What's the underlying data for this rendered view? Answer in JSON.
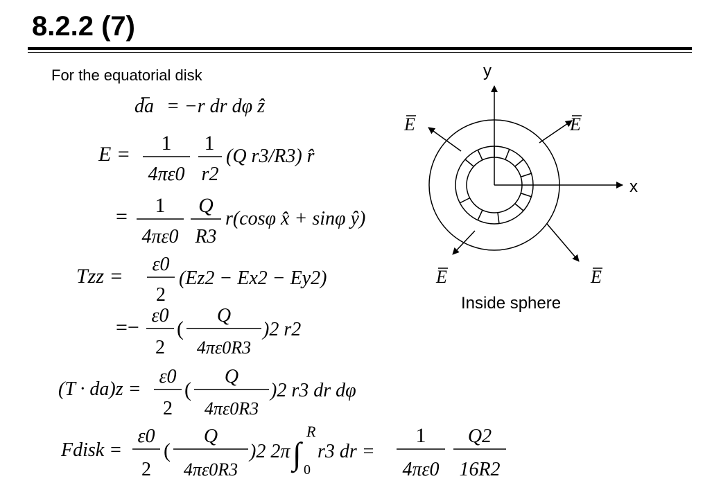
{
  "slide": {
    "title": "8.2.2 (7)",
    "subtitle": "For the equatorial disk"
  },
  "figure": {
    "x_label": "x",
    "y_label": "y",
    "field_label": "E",
    "caption": "Inside sphere"
  },
  "equations": {
    "da_lhs": "da",
    "da_rhs": "= −r dr dφ ẑ",
    "e_lhs": "E =",
    "e_one": "1",
    "e_den1": "4πε0",
    "e_den2": "r2",
    "e_body": "(Q r3/R3) r̂",
    "e2_one": "1",
    "e2_den1": "4πε0",
    "e2_num2": "Q",
    "e2_den2": "R3",
    "e2_body": "r(cosφ x̂ + sinφ ŷ)",
    "tzz_lhs": "Tzz =",
    "tzz_num": "ε0",
    "tzz_den": "2",
    "tzz_body": "(Ez2 − Ex2 − Ey2)",
    "tzz2_num": "ε0",
    "tzz2_den": "2",
    "tzz2_inner_num": "Q",
    "tzz2_inner_den": "4πε0R3",
    "tzz2_tail": ")2 r2",
    "tda_lhs": "(T · da)z =",
    "tda_num": "ε0",
    "tda_den": "2",
    "tda_inner_num": "Q",
    "tda_inner_den": "4πε0R3",
    "tda_tail": ")2 r3 dr dφ",
    "f_lhs": "Fdisk =",
    "f_num": "ε0",
    "f_den": "2",
    "f_inner_num": "Q",
    "f_inner_den": "4πε0R3",
    "f_mid": ")2 2π",
    "f_int_upper": "R",
    "f_int_lower": "0",
    "f_integrand": "r3 dr =",
    "f_res_one": "1",
    "f_res_den": "4πε0",
    "f_res_num2": "Q2",
    "f_res_den2": "16R2"
  }
}
